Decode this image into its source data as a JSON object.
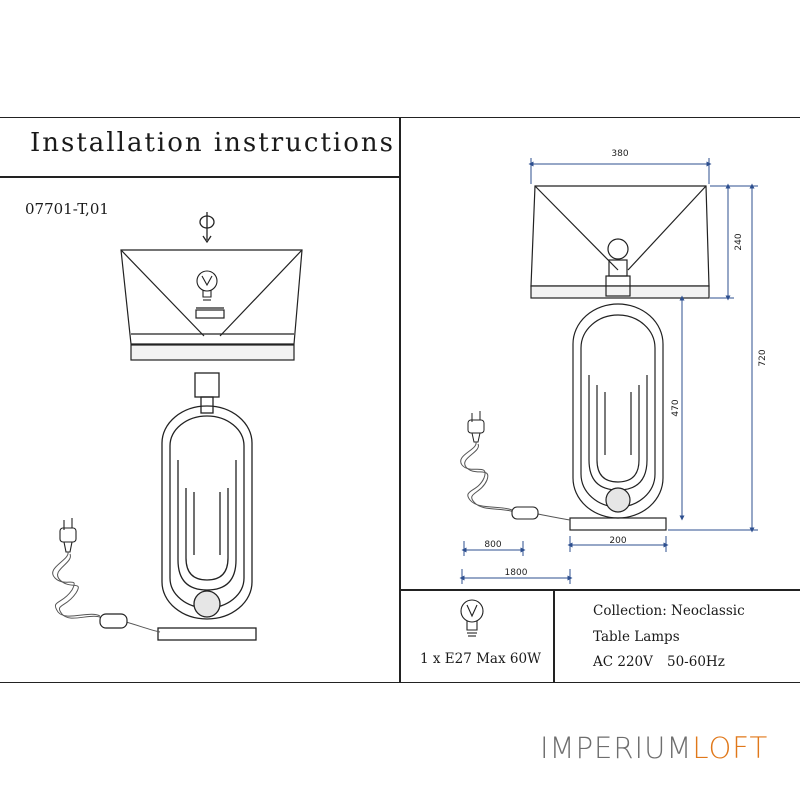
{
  "title": "Installation instructions",
  "model": "07701-T,01",
  "spec": {
    "bulb": "1 x E27 Max 60W",
    "collection": "Collection: Neoclassic",
    "type": "Table Lamps",
    "voltage": "AC 220V",
    "frequency": "50-60Hz"
  },
  "dimensions": {
    "shade_width": "380",
    "shade_height": "240",
    "total_height": "720",
    "body_height": "470",
    "base_width": "200",
    "cord_switch": "800",
    "cord_length": "1800"
  },
  "brand": {
    "part1": "IMPERIUM",
    "part2": "LOFT"
  },
  "colors": {
    "line": "#222222",
    "dimension": "#2d4f8f",
    "brand_gray": "#6e6e6e",
    "brand_orange": "#e0781a"
  }
}
